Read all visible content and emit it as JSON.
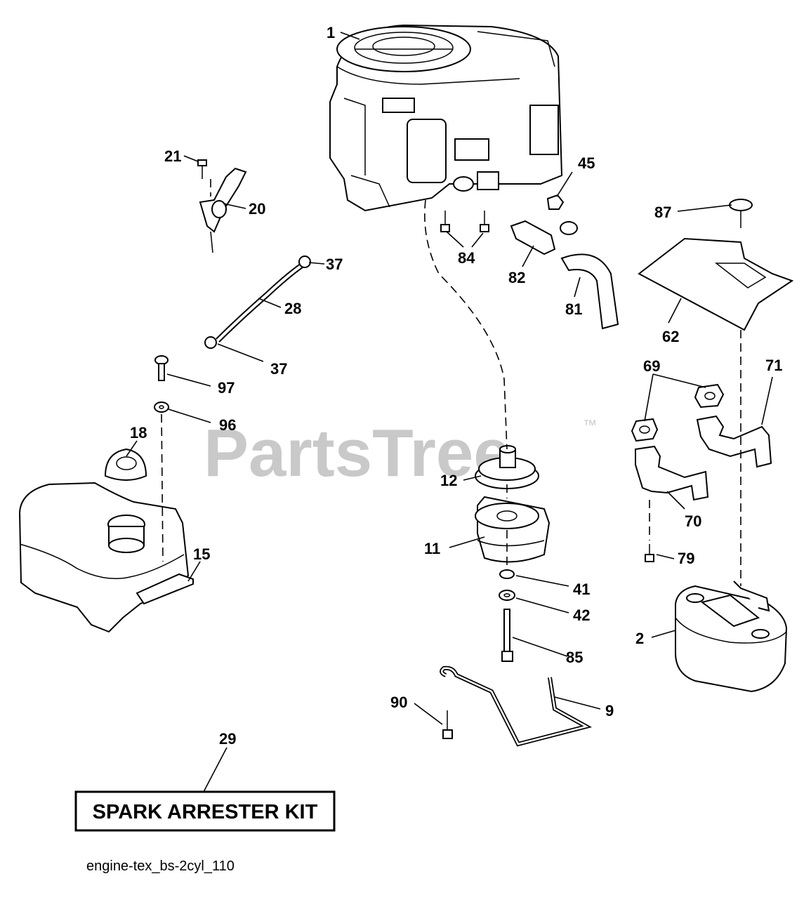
{
  "watermark": {
    "text": "PartsTree",
    "trademark": "™"
  },
  "callouts": [
    {
      "num": "1",
      "part": "engine"
    },
    {
      "num": "21",
      "part": "screw"
    },
    {
      "num": "20",
      "part": "bracket"
    },
    {
      "num": "45",
      "part": "plug"
    },
    {
      "num": "87",
      "part": "knob"
    },
    {
      "num": "84",
      "part": "bolts"
    },
    {
      "num": "82",
      "part": "oil-drain-valve"
    },
    {
      "num": "81",
      "part": "drain-hose"
    },
    {
      "num": "62",
      "part": "heat-shield"
    },
    {
      "num": "37",
      "part": "hose-clamp"
    },
    {
      "num": "28",
      "part": "fuel-hose"
    },
    {
      "num": "37",
      "part": "hose-clamp"
    },
    {
      "num": "97",
      "part": "screw"
    },
    {
      "num": "96",
      "part": "washer"
    },
    {
      "num": "69",
      "part": "gaskets"
    },
    {
      "num": "71",
      "part": "exhaust-pipe"
    },
    {
      "num": "18",
      "part": "fuel-cap"
    },
    {
      "num": "12",
      "part": "pulley"
    },
    {
      "num": "11",
      "part": "clutch"
    },
    {
      "num": "70",
      "part": "exhaust-pipe"
    },
    {
      "num": "15",
      "part": "fuel-tank"
    },
    {
      "num": "79",
      "part": "screw"
    },
    {
      "num": "41",
      "part": "washer"
    },
    {
      "num": "42",
      "part": "washer"
    },
    {
      "num": "2",
      "part": "muffler"
    },
    {
      "num": "85",
      "part": "bolt"
    },
    {
      "num": "90",
      "part": "bolt"
    },
    {
      "num": "9",
      "part": "rod"
    },
    {
      "num": "29",
      "part": "kit"
    }
  ],
  "kit_box": {
    "label": "SPARK ARRESTER KIT"
  },
  "diagram_code": "engine-tex_bs-2cyl_110"
}
